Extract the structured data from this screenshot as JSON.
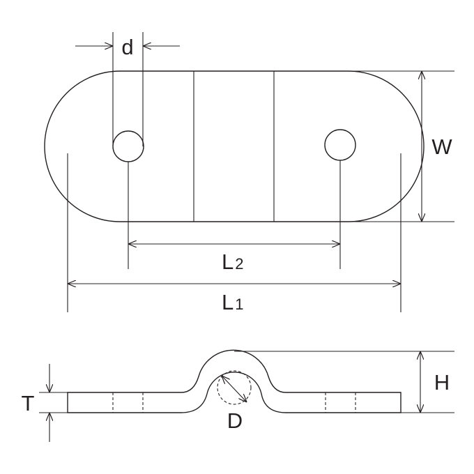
{
  "labels": {
    "d": "d",
    "W": "W",
    "L2_main": "L",
    "L2_sub": "2",
    "L1_main": "L",
    "L1_sub": "1",
    "T": "T",
    "H": "H",
    "D": "D"
  },
  "colors": {
    "line": "#231f20",
    "background": "#ffffff"
  }
}
